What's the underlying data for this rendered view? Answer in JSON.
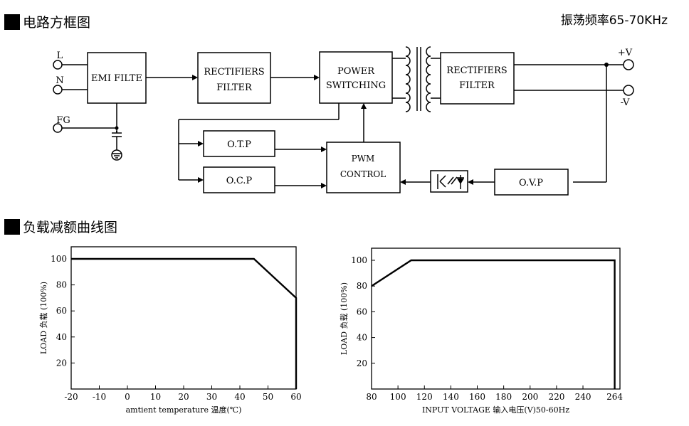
{
  "header": {
    "block_title": "电路方框图",
    "freq_label": "振荡频率65-70KHz",
    "derating_title": "负载减额曲线图"
  },
  "terminals": {
    "L": "L",
    "N": "N",
    "FG": "FG",
    "pos": "+V",
    "neg": "-V"
  },
  "blocks": {
    "emi": "EMI FILTE",
    "rect1": [
      "RECTIFIERS",
      "FILTER"
    ],
    "power": [
      "POWER",
      "SWITCHING"
    ],
    "rect2": [
      "RECTIFIERS",
      "FILTER"
    ],
    "otp": "O.T.P",
    "ocp": "O.C.P",
    "pwm": [
      "PWM",
      "CONTROL"
    ],
    "ovp": "O.V.P"
  },
  "chart_data": [
    {
      "type": "line",
      "series": [
        {
          "x": [
            -20,
            45,
            60,
            60
          ],
          "y": [
            100,
            100,
            70,
            0
          ]
        }
      ],
      "xlim": [
        -20,
        60
      ],
      "ylim": [
        0,
        110
      ],
      "xticks": [
        "-20",
        "-10",
        "0",
        "10",
        "20",
        "30",
        "40",
        "50",
        "60"
      ],
      "xtick_values": [
        -20,
        -10,
        0,
        10,
        20,
        30,
        40,
        50,
        60
      ],
      "yticks": [
        "20",
        "40",
        "60",
        "80",
        "100"
      ],
      "ytick_values": [
        20,
        40,
        60,
        80,
        100
      ],
      "xlabel": "amtient temperature 温度(℃)",
      "ylabel": "LOAD 负载 (100%)"
    },
    {
      "type": "line",
      "series": [
        {
          "x": [
            80,
            110,
            264,
            264
          ],
          "y": [
            80,
            100,
            100,
            0
          ]
        }
      ],
      "xlim": [
        80,
        268
      ],
      "ylim": [
        0,
        110
      ],
      "xticks": [
        "80",
        "100",
        "120",
        "140",
        "160",
        "180",
        "200",
        "220",
        "240",
        "264"
      ],
      "xtick_values": [
        80,
        100,
        120,
        140,
        160,
        180,
        200,
        220,
        240,
        264
      ],
      "yticks": [
        "20",
        "40",
        "60",
        "80",
        "100"
      ],
      "ytick_values": [
        20,
        40,
        60,
        80,
        100
      ],
      "xlabel": "INPUT VOLTAGE 输入电压(V)50-60Hz",
      "ylabel": "LOAD 负载 (100%)"
    }
  ]
}
